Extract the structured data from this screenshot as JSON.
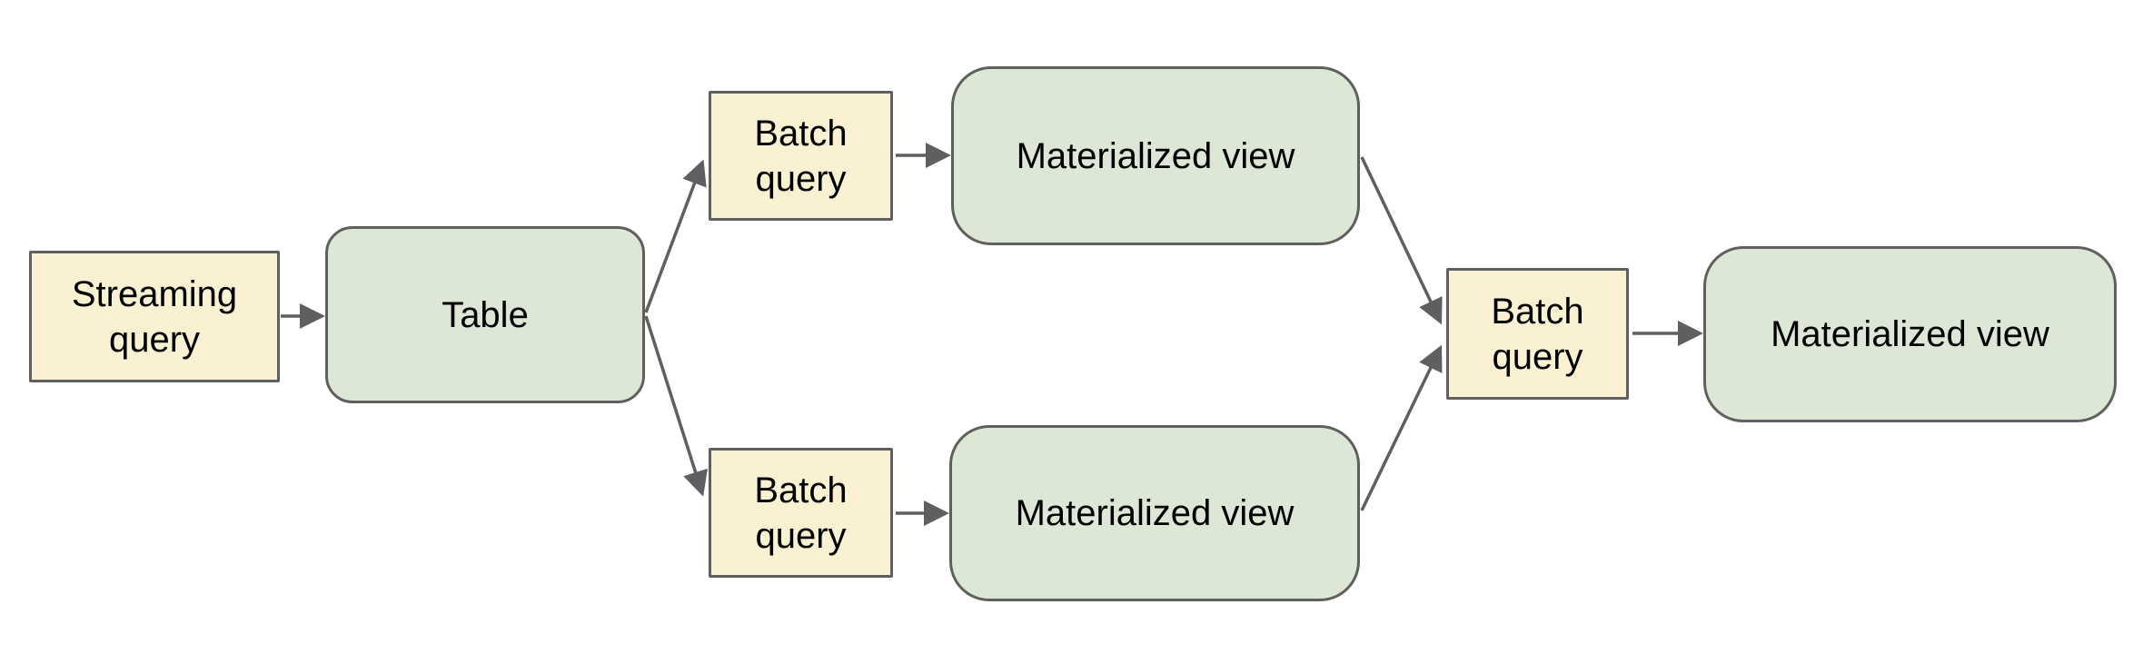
{
  "colors": {
    "background": "#ffffff",
    "query_fill": "#faf1d2",
    "table_view_fill": "#dce8d5",
    "stroke": "#5f5f5f",
    "arrow": "#5f5f5f",
    "text": "#000000"
  },
  "nodes": {
    "streaming_query": {
      "label": "Streaming query",
      "type": "query"
    },
    "table": {
      "label": "Table",
      "type": "table"
    },
    "batch_query_top": {
      "label": "Batch query",
      "type": "query"
    },
    "materialized_view_top": {
      "label": "Materialized view",
      "type": "view"
    },
    "batch_query_bottom": {
      "label": "Batch query",
      "type": "query"
    },
    "materialized_view_bottom": {
      "label": "Materialized view",
      "type": "view"
    },
    "batch_query_right": {
      "label": "Batch query",
      "type": "query"
    },
    "materialized_view_right": {
      "label": "Materialized view",
      "type": "view"
    }
  },
  "edges": [
    {
      "from": "streaming_query",
      "to": "table"
    },
    {
      "from": "table",
      "to": "batch_query_top"
    },
    {
      "from": "table",
      "to": "batch_query_bottom"
    },
    {
      "from": "batch_query_top",
      "to": "materialized_view_top"
    },
    {
      "from": "batch_query_bottom",
      "to": "materialized_view_bottom"
    },
    {
      "from": "materialized_view_top",
      "to": "batch_query_right"
    },
    {
      "from": "materialized_view_bottom",
      "to": "batch_query_right"
    },
    {
      "from": "batch_query_right",
      "to": "materialized_view_right"
    }
  ]
}
